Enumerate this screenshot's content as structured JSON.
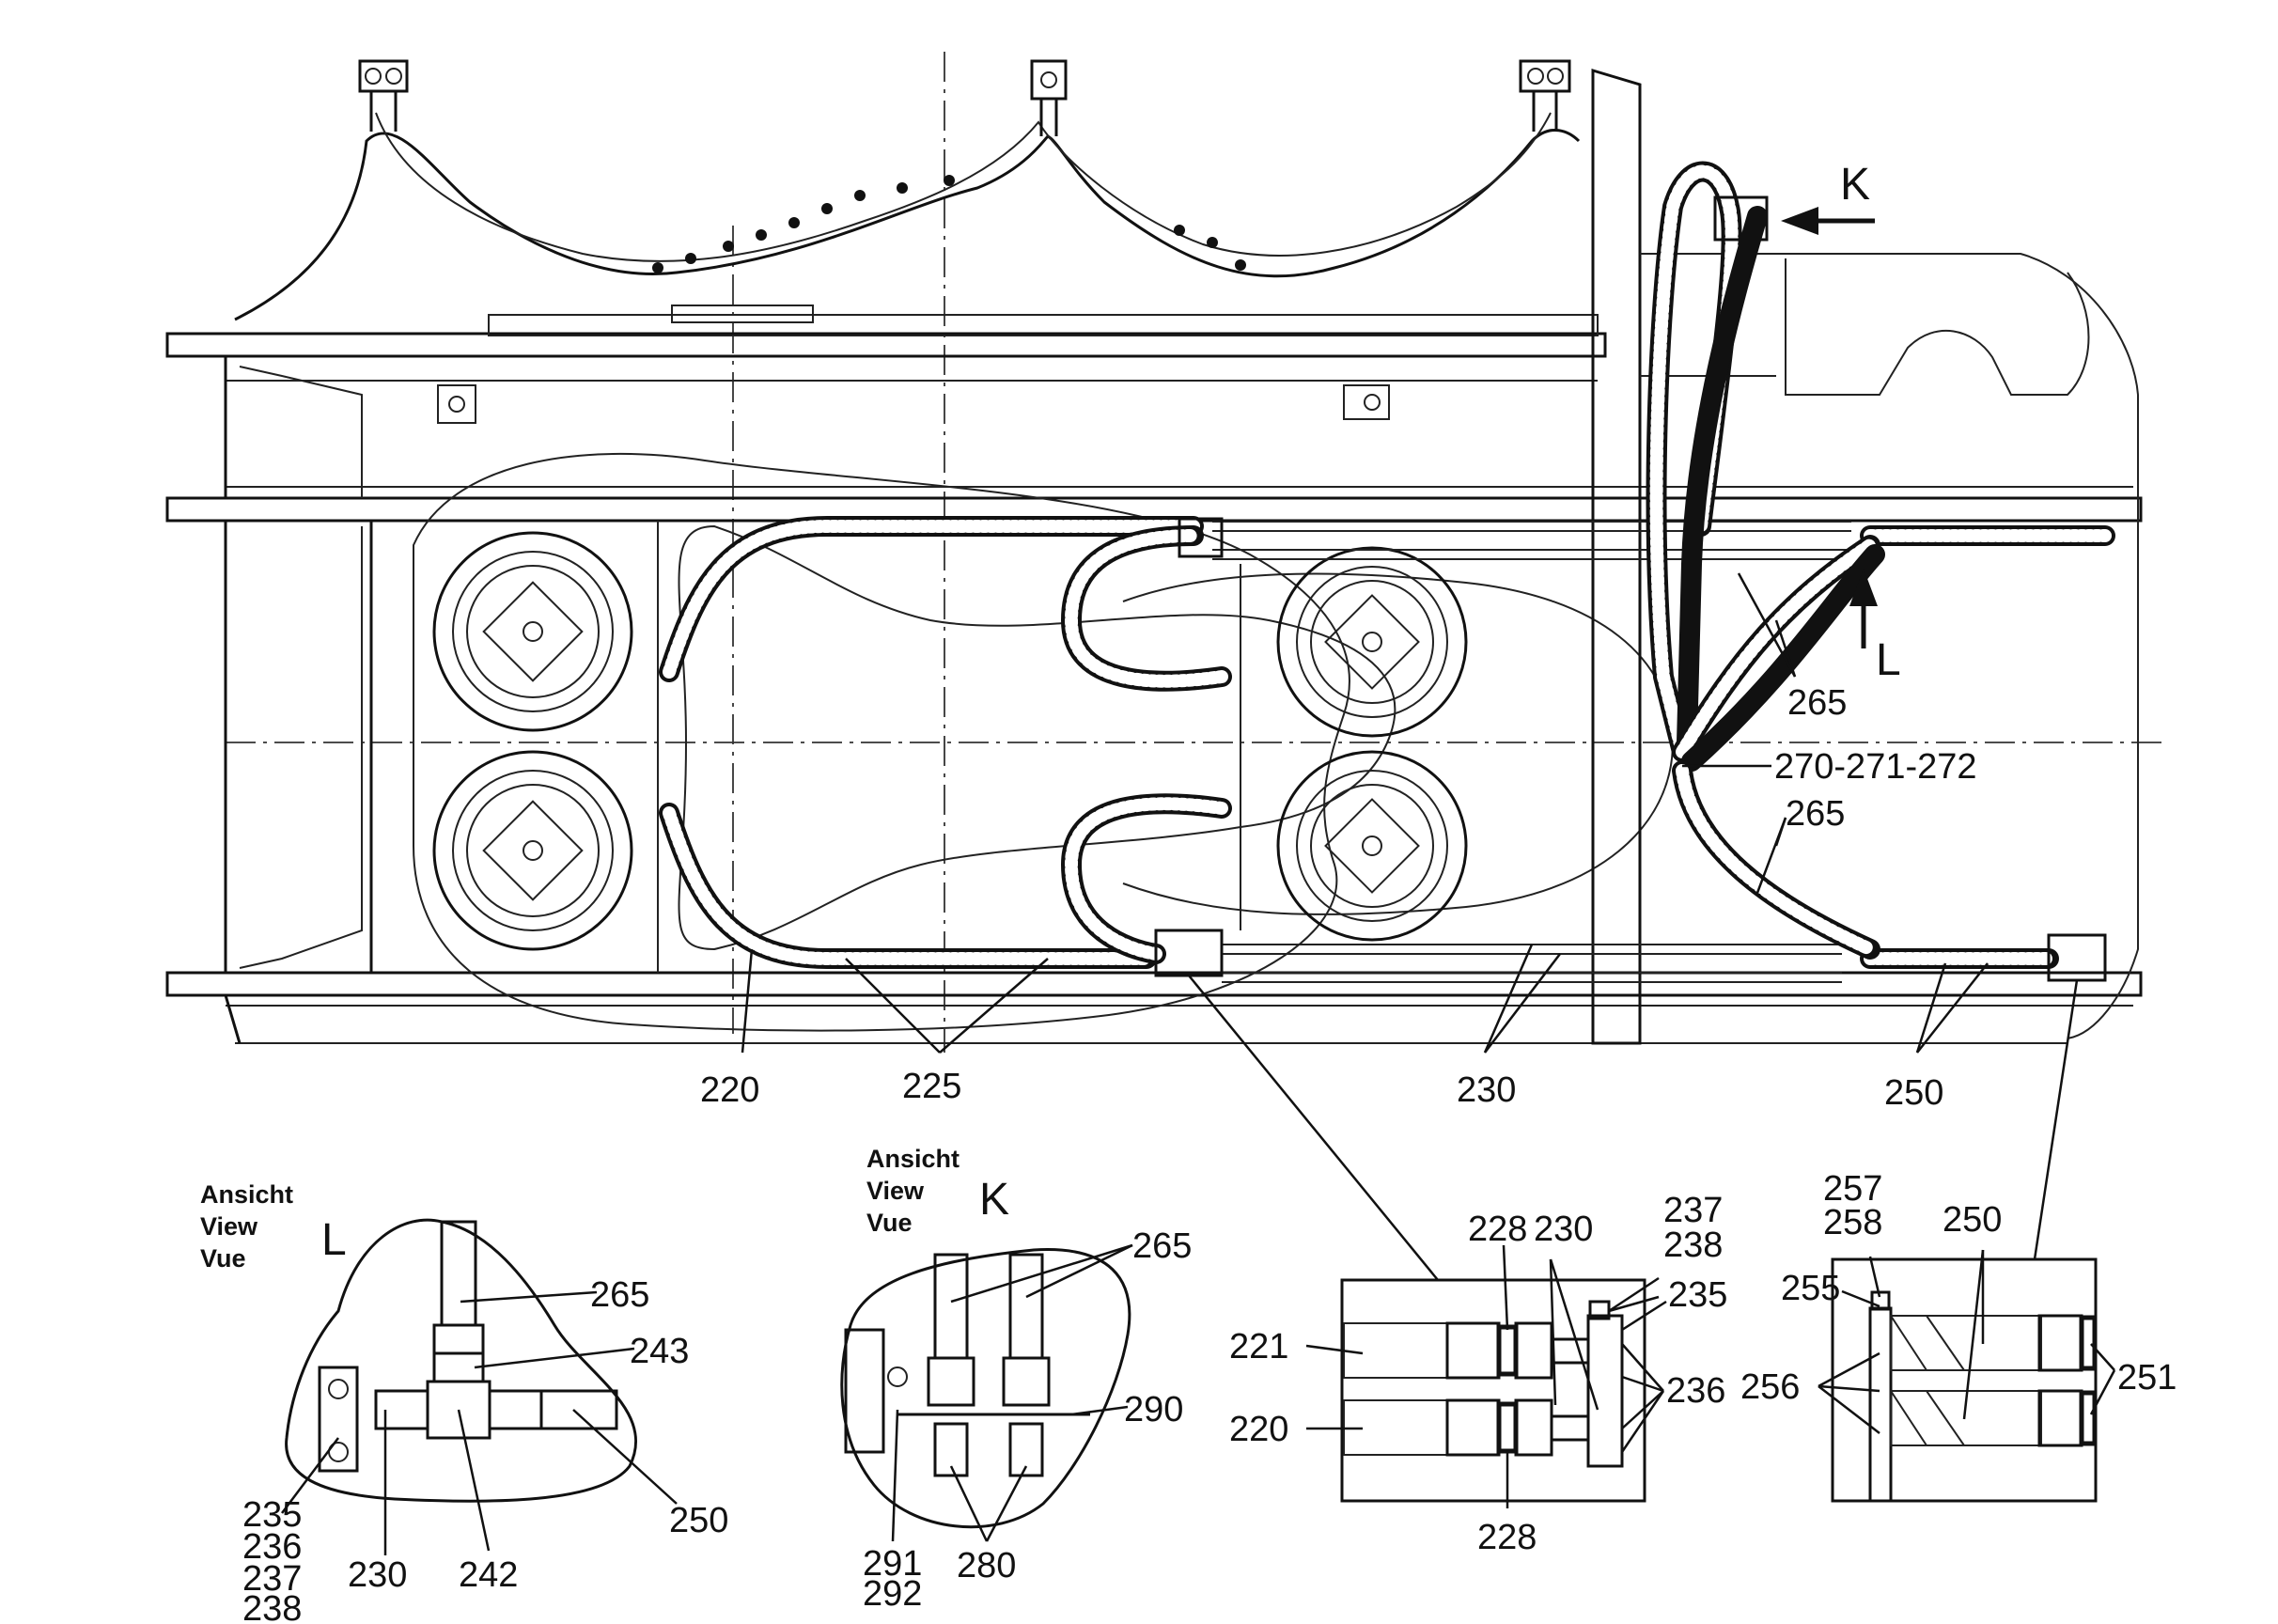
{
  "arrows": {
    "K": "K",
    "L": "L"
  },
  "main_labels": {
    "l265a": "265",
    "l270": "270-271-272",
    "l265b": "265",
    "l220": "220",
    "l225": "225",
    "l230": "230",
    "l250": "250"
  },
  "view_l": {
    "line1": "Ansicht",
    "line2": "View",
    "line3": "Vue",
    "letter": "L",
    "labels": {
      "l265": "265",
      "l243": "243",
      "l250": "250",
      "l242": "242",
      "l230": "230",
      "l235": "235",
      "l236": "236",
      "l237": "237",
      "l238": "238"
    }
  },
  "view_k": {
    "line1": "Ansicht",
    "line2": "View",
    "line3": "Vue",
    "letter": "K",
    "labels": {
      "l265": "265",
      "l290": "290",
      "l291": "291",
      "l292": "292",
      "l280": "280"
    }
  },
  "detail_1": {
    "labels": {
      "l228a": "228",
      "l230": "230",
      "l237": "237",
      "l238": "238",
      "l235": "235",
      "l221": "221",
      "l220": "220",
      "l236": "236",
      "l228b": "228"
    }
  },
  "detail_2": {
    "labels": {
      "l257": "257",
      "l258": "258",
      "l250": "250",
      "l255": "255",
      "l256": "256",
      "l251": "251"
    }
  }
}
